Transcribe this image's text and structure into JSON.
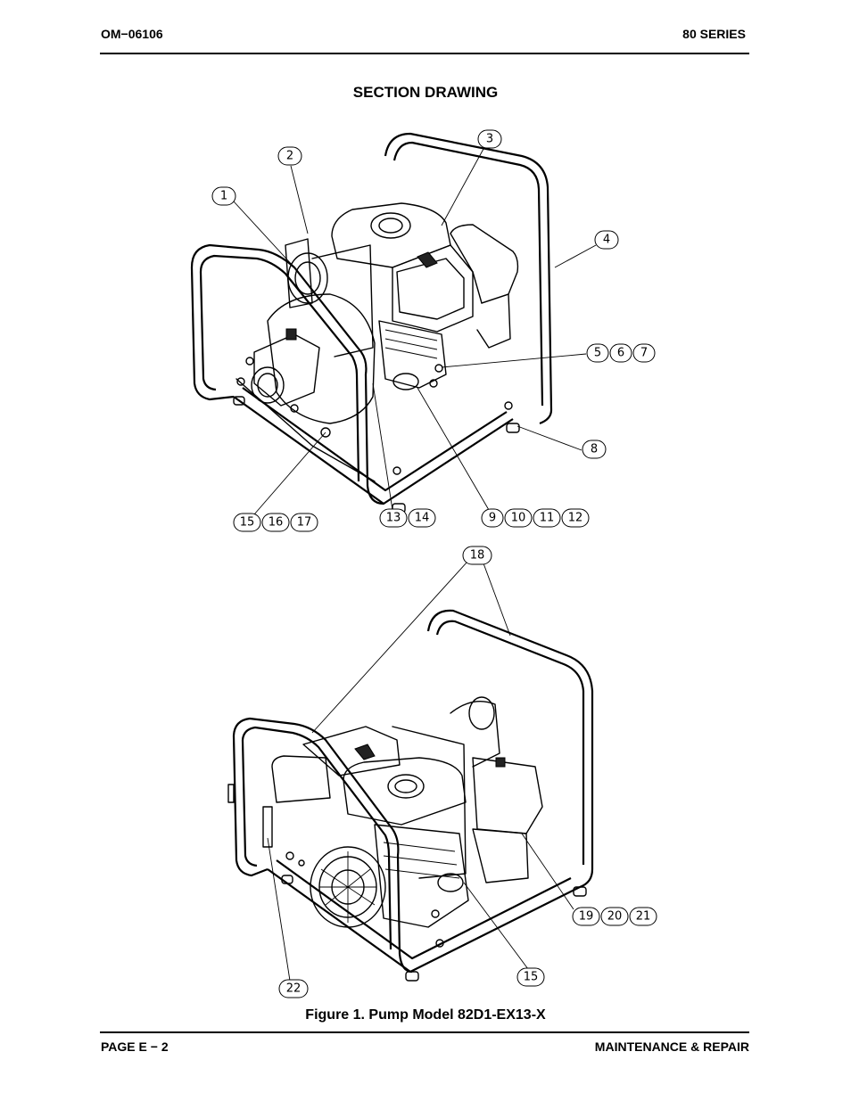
{
  "header": {
    "left": "OM−06106",
    "right": "80 SERIES"
  },
  "section_title": "SECTION DRAWING",
  "figure_caption": "Figure 1.  Pump Model 82D1-EX13-X",
  "footer": {
    "left": "PAGE E − 2",
    "right": "MAINTENANCE & REPAIR"
  },
  "callouts": {
    "c1": "1",
    "c2": "2",
    "c3": "3",
    "c4": "4",
    "c5": "5",
    "c6": "6",
    "c7": "7",
    "c8": "8",
    "c9": "9",
    "c10": "10",
    "c11": "11",
    "c12": "12",
    "c13": "13",
    "c14": "14",
    "c15": "15",
    "c16": "16",
    "c17": "17",
    "c18": "18",
    "c19": "19",
    "c20": "20",
    "c21": "21",
    "c22": "22",
    "c15b": "15"
  }
}
